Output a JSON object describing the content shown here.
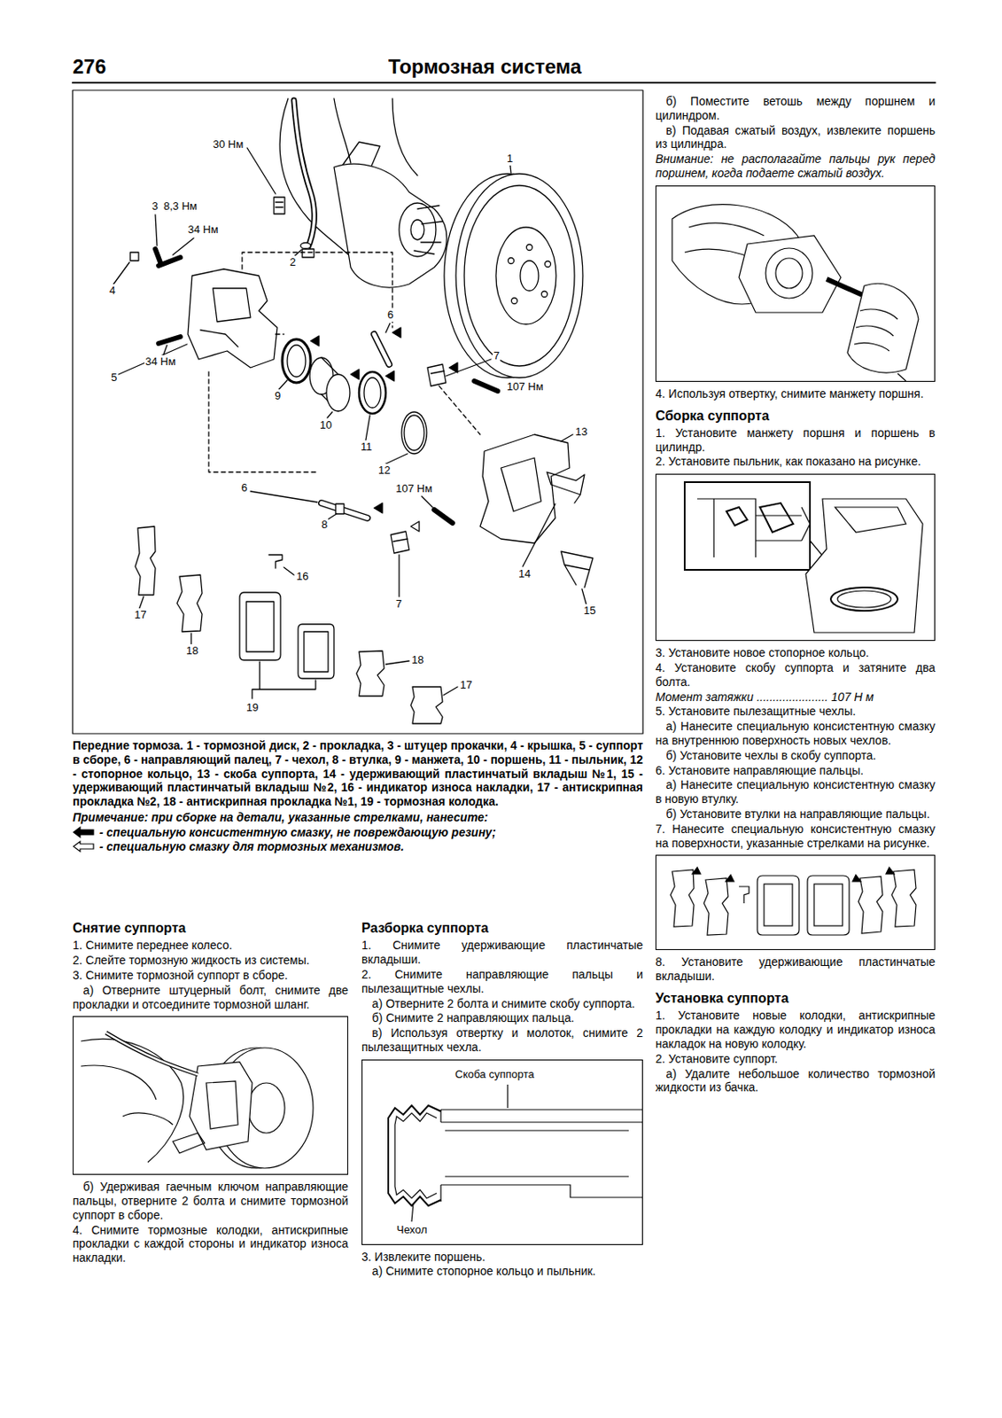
{
  "diagram": {
    "title": "Тормозная система",
    "caption": "Передние тормоза. 1 - тормозной диск, 2 - прокладка, 3 - штуцер прокачки, 4 - крышка, 5 - суппорт в сборе, 6 - направляющий палец, 7 - чехол, 8 - втулка, 9 - манжета, 10 - поршень, 11 - пыльник, 12 - стопорное кольцо, 13 - скоба суппорта, 14 - удерживающий пластинчатый вкладыш №1, 15 - удерживающий пластинчатый вкладыш №2, 16 - индикатор износа накладки, 17 - антискрипная прокладка №2, 18 - антискрипная прокладка №1, 19 - тормозная колодка.",
    "labels": [
      "276",
      "30 Нм",
      "3",
      "8,3 Нм",
      "34 Нм",
      "4",
      "5",
      "34 Нм",
      "2",
      "1",
      "6",
      "7",
      "107 Нм",
      "9",
      "10",
      "11",
      "12",
      "13",
      "6",
      "107 Нм",
      "8",
      "7",
      "14",
      "16",
      "17",
      "18",
      "15",
      "19",
      "18",
      "17",
      "Примечание: при сборке на детали, указанные стрелками, нанесите:",
      "Снятие суппорта",
      "1. Снимите переднее колесо.",
      "2. Слейте тормозную жидкость из системы.",
      "3. Снимите тормозной суппорт в сборе.",
      "а) Отверните штуцерный болт, снимите две прокладки и отсоедините тормозной шланг.",
      "б) Удерживая гаечным ключом направляющие пальцы, отверните 2 болта и снимите тормозной суппорт в сборе.",
      "4. Снимите тормозные колодки, антискрипные прокладки с каждой стороны и индикатор износа накладки.",
      "Разборка суппорта",
      "1. Снимите удерживающие пластинчатые вкладыши.",
      "2. Снимите направляющие пальцы и пылезащитные чехлы.",
      "а) Отверните 2 болта и снимите скобу суппорта.",
      "б) Снимите 2 направляющих пальца.",
      "в) Используя отвертку и молоток, снимите 2 пылезащитных чехла.",
      "Скоба суппорта",
      "Чехол",
      "3. Извлеките поршень.",
      "а) Снимите стопорное кольцо и пыльник.",
      "б) Поместите ветошь между поршнем и цилиндром.",
      "в) Подавая сжатый воздух, извлеките поршень из цилиндра.",
      "Внимание: не располагайте пальцы рук перед поршнем, когда подаете сжатый воздух.",
      "4. Используя отвертку, снимите манжету поршня.",
      "Сборка суппорта",
      "1. Установите манжету поршня и поршень в цилиндр.",
      "2. Установите пыльник, как показано на рисунке.",
      "3. Установите новое стопорное кольцо.",
      "4. Установите скобу суппорта и затяните два болта.",
      "Момент затяжки ...................... 107 Н м",
      "5. Установите пылезащитные чехлы.",
      "а) Нанесите специальную консистентную смазку на внутреннюю поверхность новых чехлов.",
      "б) Установите чехлы в скобу суппорта.",
      "6. Установите направляющие пальцы.",
      "а) Нанесите специальную консистентную смазку в новую втулку.",
      "б) Установите втулки на направляющие пальцы.",
      "7. Нанесите специальную консистентную смазку на поверхности, указанные стрелками на рисунке.",
      "8. Установите удерживающие пластинчатые вкладыши.",
      "Установка суппорта",
      "1. Установите новые колодки, антискрипные прокладки на каждую колодку и индикатор износа накладок на новую колодку.",
      "2. Установите суппорт.",
      "а) Удалите небольшое количество тормозной жидкости из бачка."
    ],
    "legend": [
      {
        "text": "- специальную консистентную смазку, не повреждающую резину;"
      },
      {
        "text": "- специальную смазку для тормозных механизмов."
      }
    ]
  }
}
